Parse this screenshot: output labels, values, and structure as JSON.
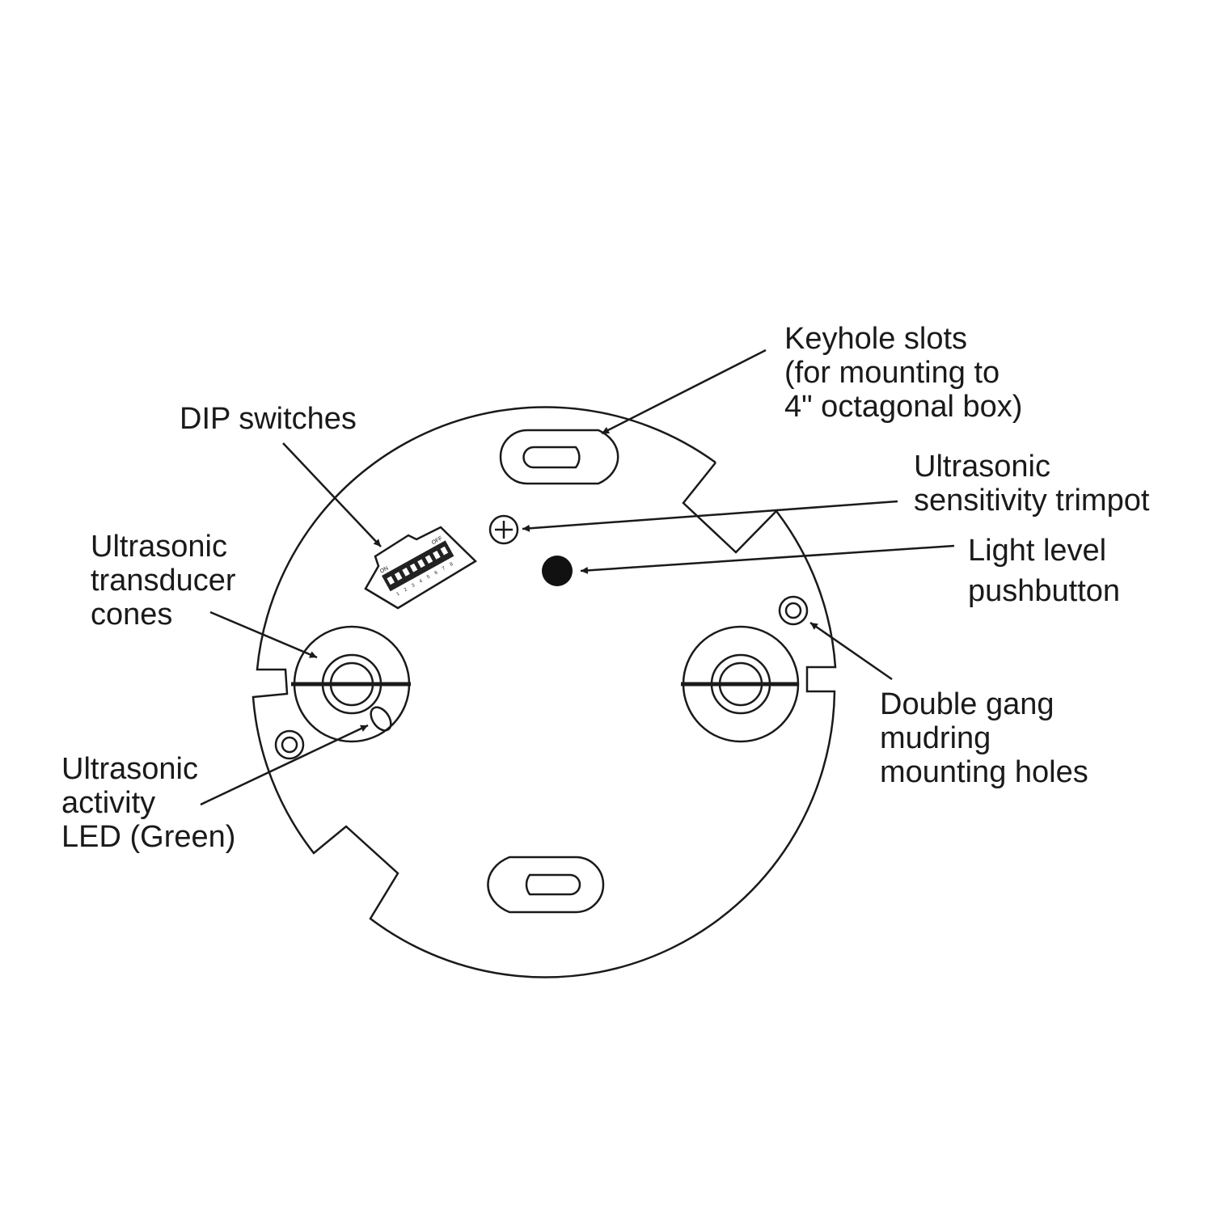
{
  "labels": {
    "keyhole": [
      "Keyhole slots",
      "(for mounting to",
      "4\" octagonal box)"
    ],
    "dip": [
      "DIP switches"
    ],
    "trimpot": [
      "Ultrasonic",
      "sensitivity trimpot"
    ],
    "pushbutton": [
      "Light level",
      "pushbutton"
    ],
    "cones": [
      "Ultrasonic",
      "transducer",
      "cones"
    ],
    "led": [
      "Ultrasonic",
      "activity",
      "LED (Green)"
    ],
    "mudring": [
      "Double gang",
      "mudring",
      "mounting holes"
    ]
  },
  "dip_switch": {
    "on_text": "ON",
    "off_text": "OFF",
    "positions": [
      "1",
      "2",
      "3",
      "4",
      "5",
      "6",
      "7",
      "8"
    ]
  },
  "colors": {
    "line": "#1a1a1a",
    "background": "#ffffff",
    "pushbutton_fill": "#111111"
  }
}
